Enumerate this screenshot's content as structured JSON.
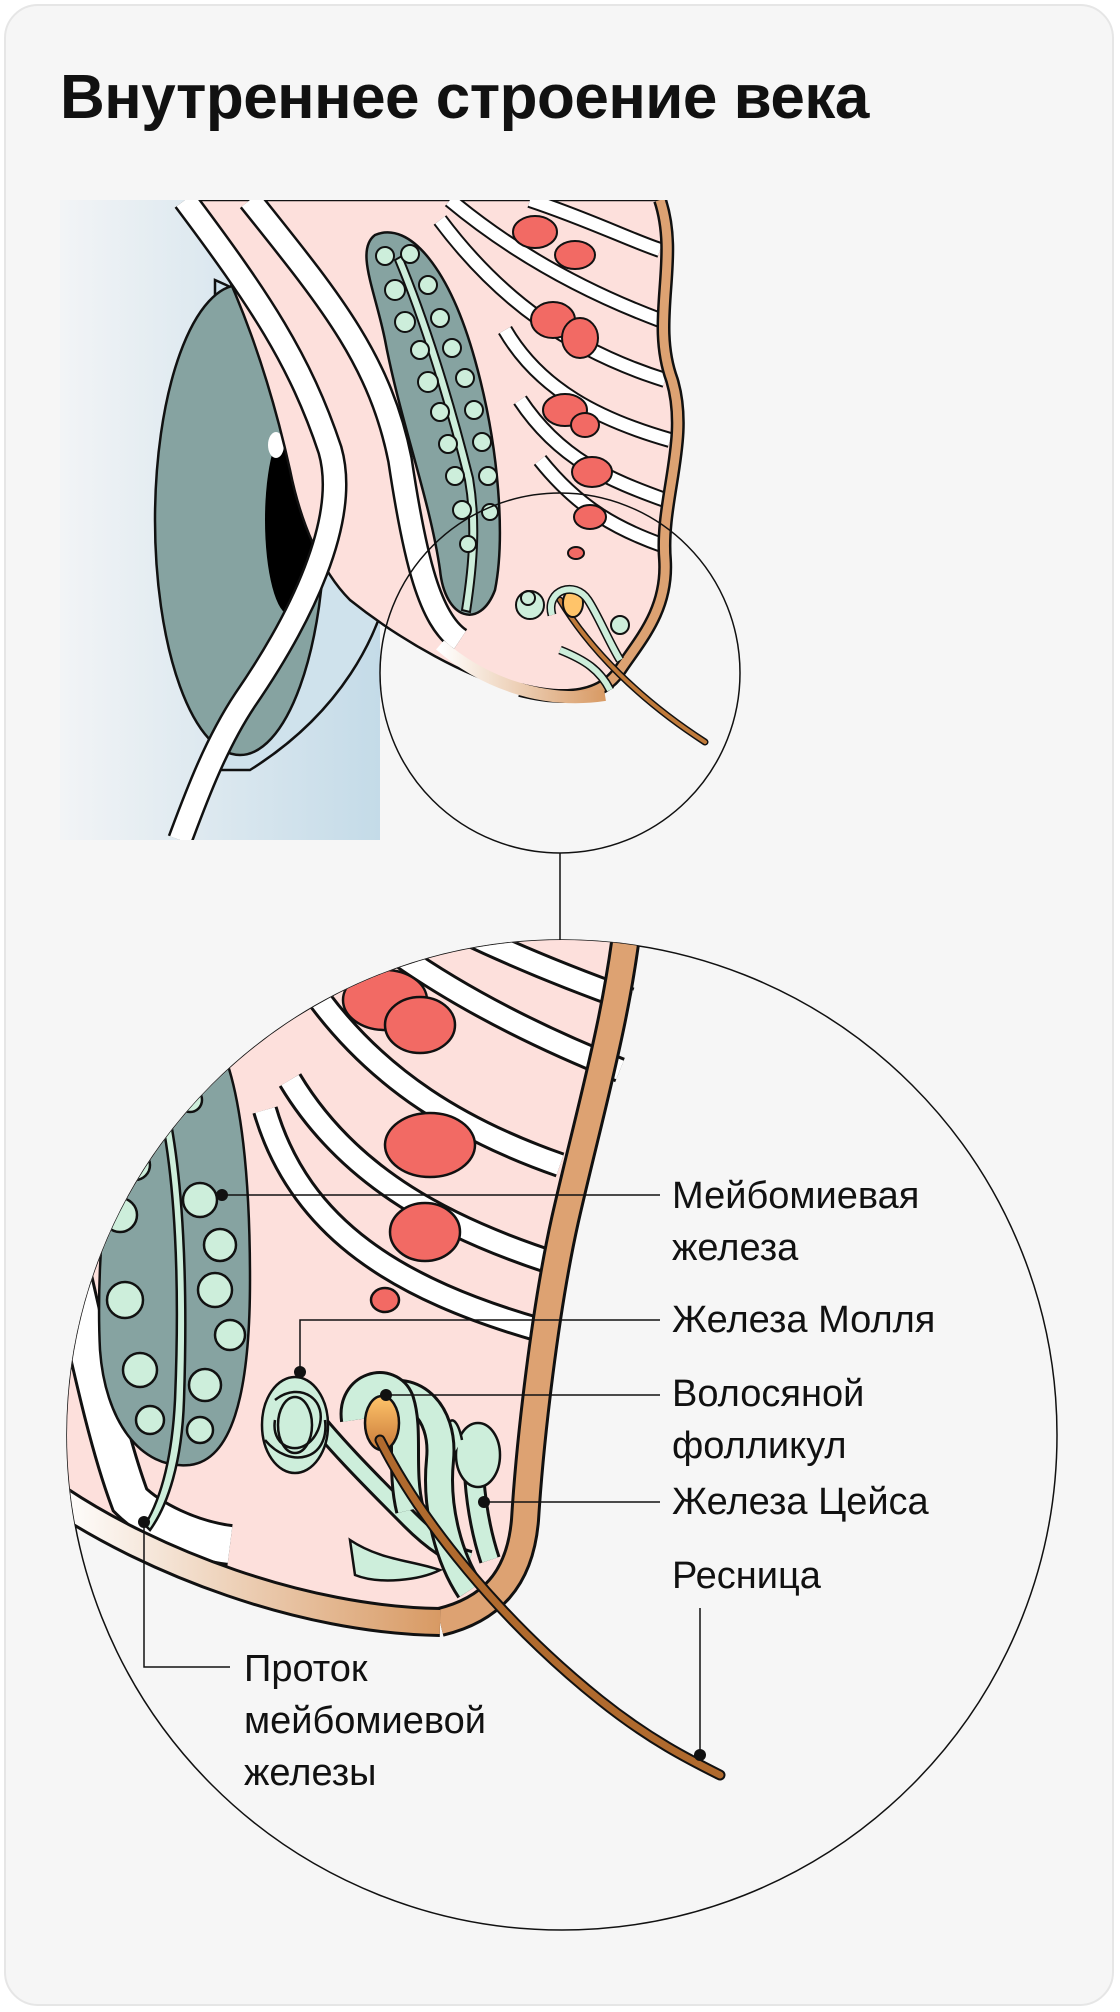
{
  "title": "Внутреннее строение века",
  "labels": {
    "meibomian_gland": "Мейбомиевая\nжелеза",
    "moll_gland": "Железа Молля",
    "hair_follicle": "Волосяной\nфолликул",
    "zeis_gland": "Железа Цейса",
    "eyelash": "Ресница",
    "meibomian_duct": "Проток\nмейбомиевой\nжелезы"
  },
  "colors": {
    "background": "#f6f6f6",
    "skin_pink": "#fde0dc",
    "muscle_red": "#f26a64",
    "tarsus_gray": "#86a3a1",
    "gland_green": "#cdeedb",
    "skin_brown": "#dda272",
    "eyelash_brown": "#b06a2e",
    "eye_blue": "#cfe2ec"
  }
}
